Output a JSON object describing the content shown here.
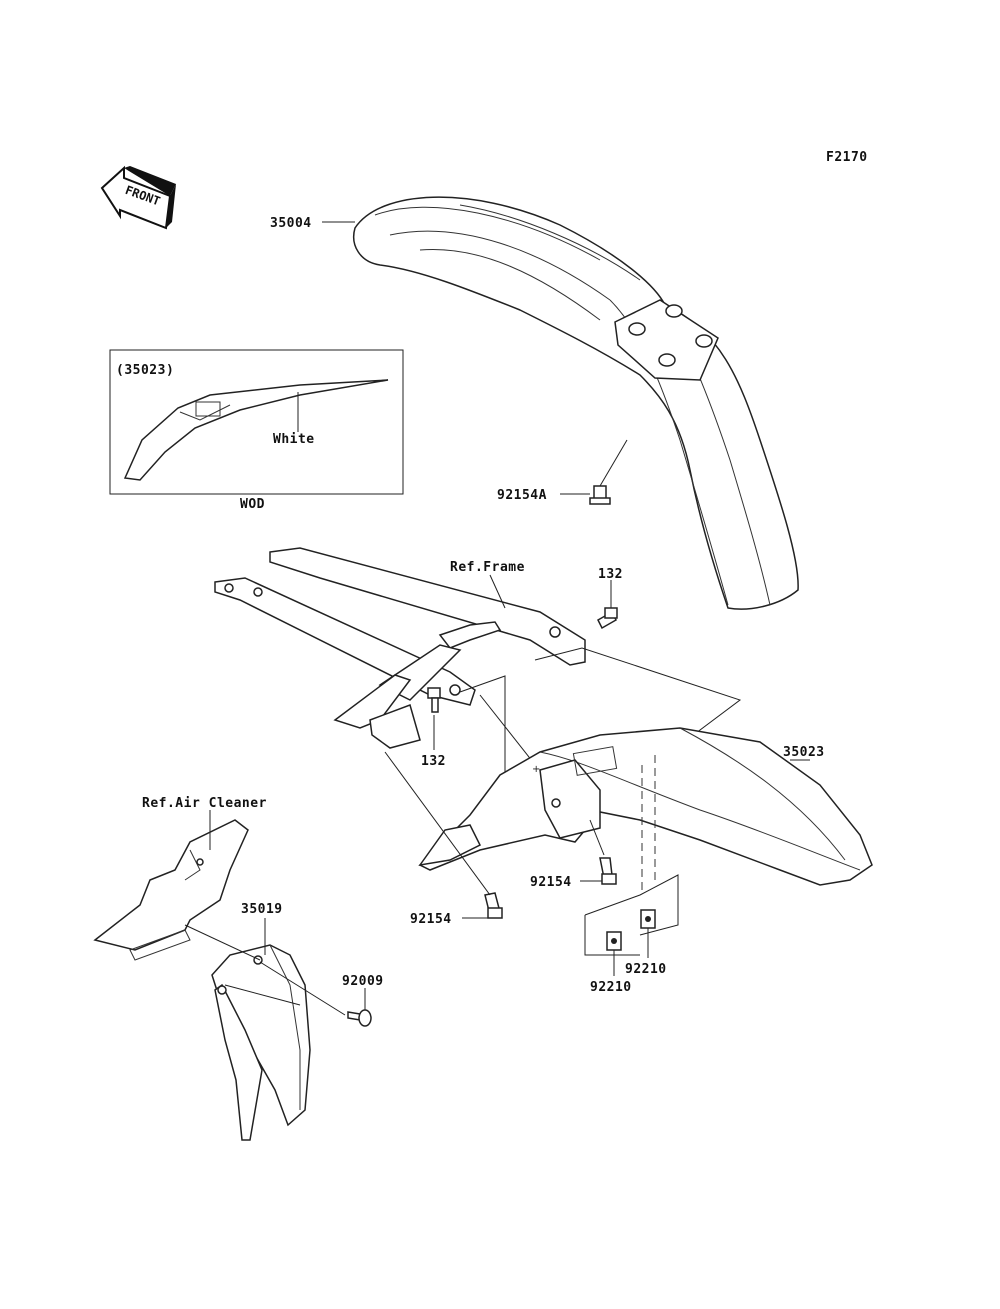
{
  "figure_code": "F2170",
  "front_arrow_text": "FRONT",
  "inset": {
    "part_ref": "(35023)",
    "note": "White",
    "caption": "WOD"
  },
  "references": {
    "frame": "Ref.Frame",
    "air_cleaner": "Ref.Air Cleaner"
  },
  "parts": {
    "front_fender": "35004",
    "front_fender_screw": "92154A",
    "bolt_upper": "132",
    "bolt_lower": "132",
    "rear_fender": "35023",
    "rear_fender_bolt_right": "92154",
    "rear_fender_bolt_left": "92154",
    "nut_right": "92210",
    "nut_left": "92210",
    "mud_flap": "35019",
    "mud_flap_screw": "92009"
  }
}
